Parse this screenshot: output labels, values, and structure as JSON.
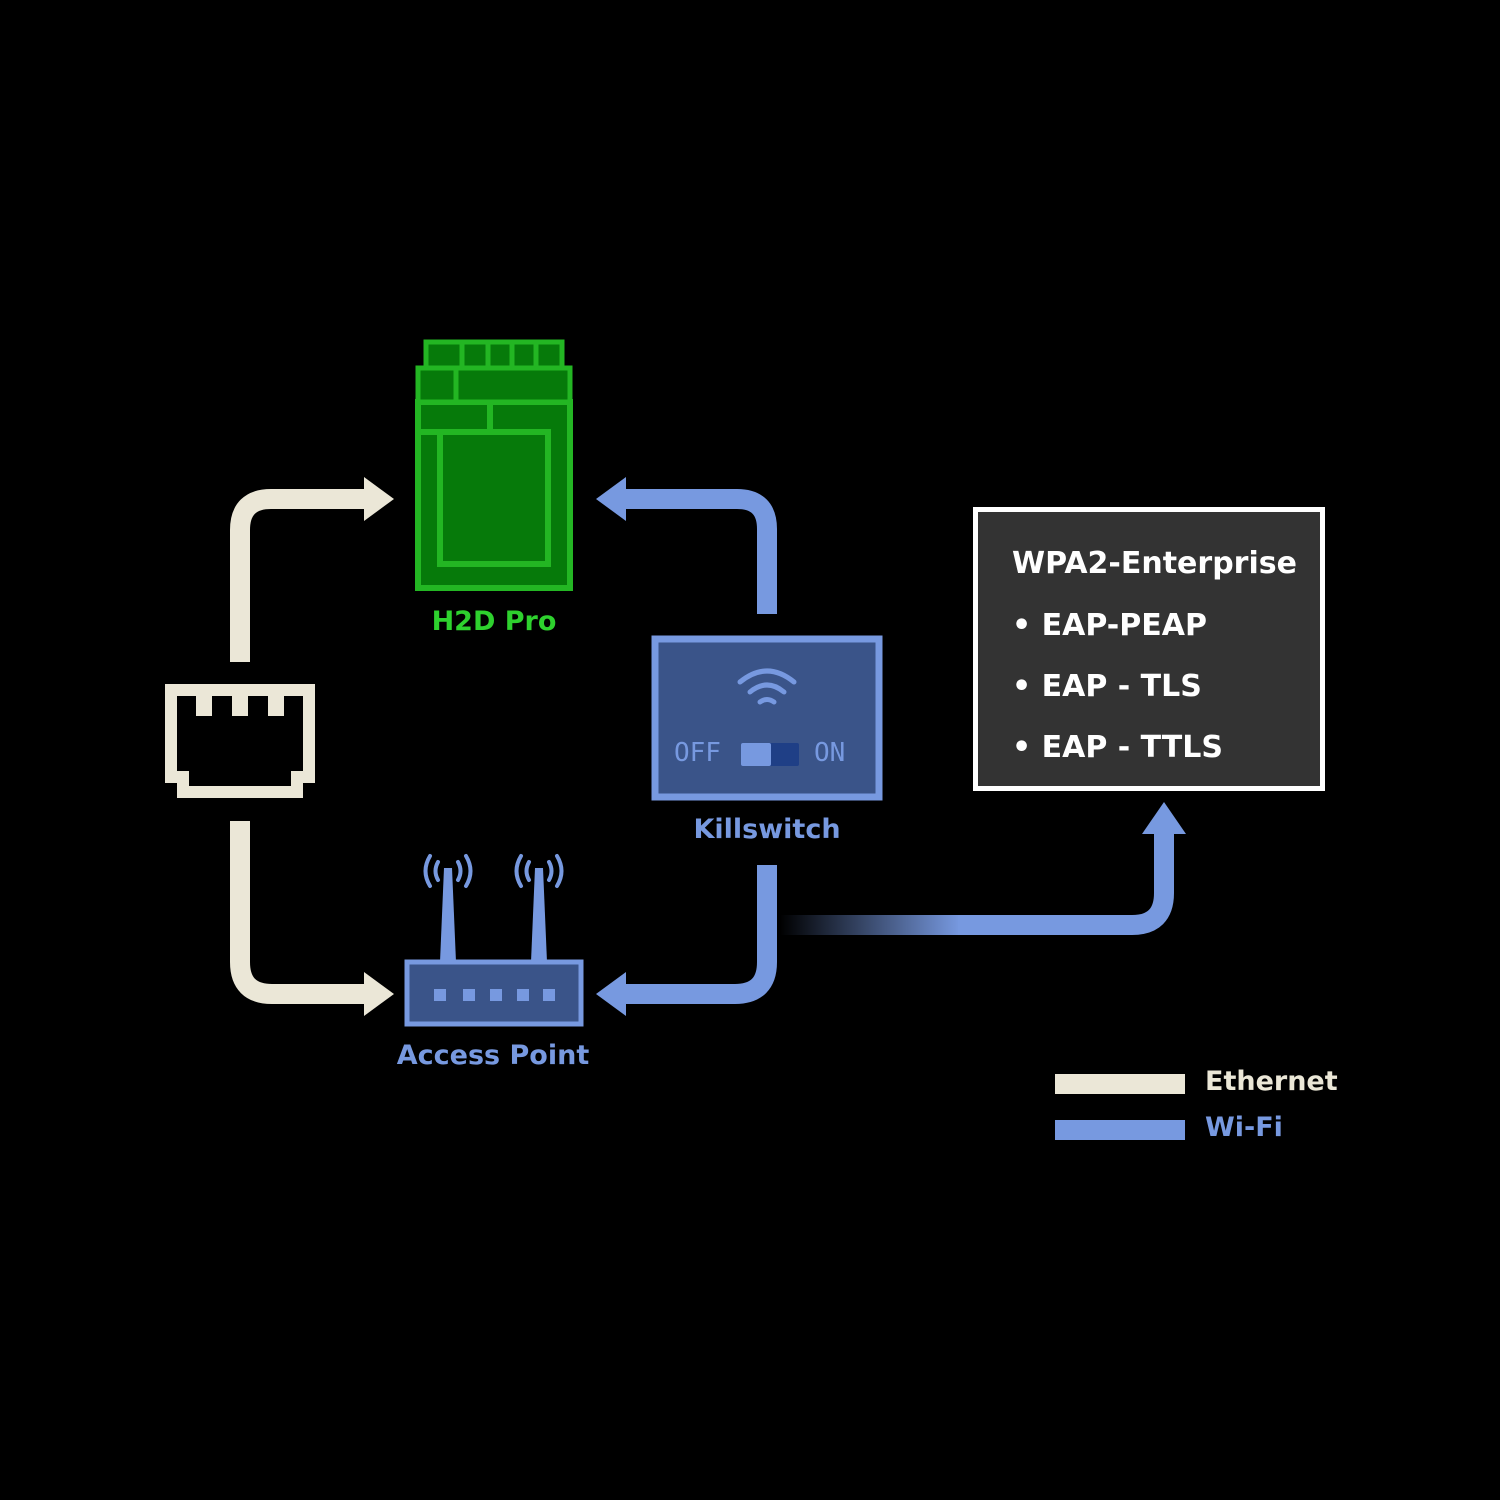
{
  "nodes": {
    "printer": {
      "label": "H2D Pro"
    },
    "killswitch": {
      "label": "Killswitch",
      "off_label": "OFF",
      "on_label": "ON"
    },
    "access_point": {
      "label": "Access Point"
    },
    "ethernet_port": {
      "icon": "ethernet-port-icon"
    }
  },
  "security_box": {
    "title": "WPA2-Enterprise",
    "items": [
      "• EAP-PEAP",
      "• EAP - TLS",
      "• EAP - TTLS"
    ]
  },
  "legend": {
    "ethernet": "Ethernet",
    "wifi": "Wi-Fi"
  },
  "colors": {
    "background": "#000000",
    "ethernet": "#ebe7d7",
    "wifi": "#7799e0",
    "printer_fill": "#067a0a",
    "printer_stroke": "#23b623",
    "printer_label": "#2ed12e",
    "device_fill": "#3a5489",
    "switch_on": "#1f3f86",
    "box_fill": "#333333",
    "box_border": "#ffffff"
  }
}
